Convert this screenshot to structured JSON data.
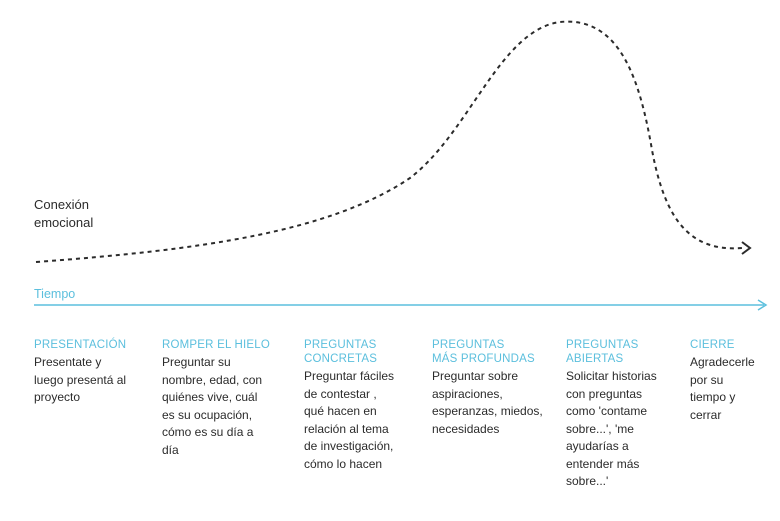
{
  "y_axis_label": "Conexión\nemocional",
  "time_axis_label": "Tiempo",
  "colors": {
    "accent": "#5bbfdd",
    "text": "#2b2b2b",
    "curve": "#2b2b2b"
  },
  "stages": [
    {
      "title": "PRESENTACIÓN",
      "description": "Presentate y\nluego presentá al\nproyecto"
    },
    {
      "title": "ROMPER EL HIELO",
      "description": "Preguntar su\nnombre, edad, con\nquiénes vive, cuál\nes su ocupación,\ncómo es su día a\ndía"
    },
    {
      "title": "PREGUNTAS\nCONCRETAS",
      "description": "Preguntar fáciles\nde contestar ,\nqué hacen en\nrelación al tema\nde investigación,\ncómo lo hacen"
    },
    {
      "title": "PREGUNTAS\nMÁS PROFUNDAS",
      "description": "Preguntar sobre\naspiraciones,\nesperanzas, miedos,\nnecesidades"
    },
    {
      "title": "PREGUNTAS\nABIERTAS",
      "description": "Solicitar historias\ncon preguntas\ncomo 'contame\nsobre...', 'me\nayudarías a\nentender más\nsobre...'"
    },
    {
      "title": "CIERRE",
      "description": "Agradecerle\npor su\ntiempo y\ncerrar"
    }
  ]
}
